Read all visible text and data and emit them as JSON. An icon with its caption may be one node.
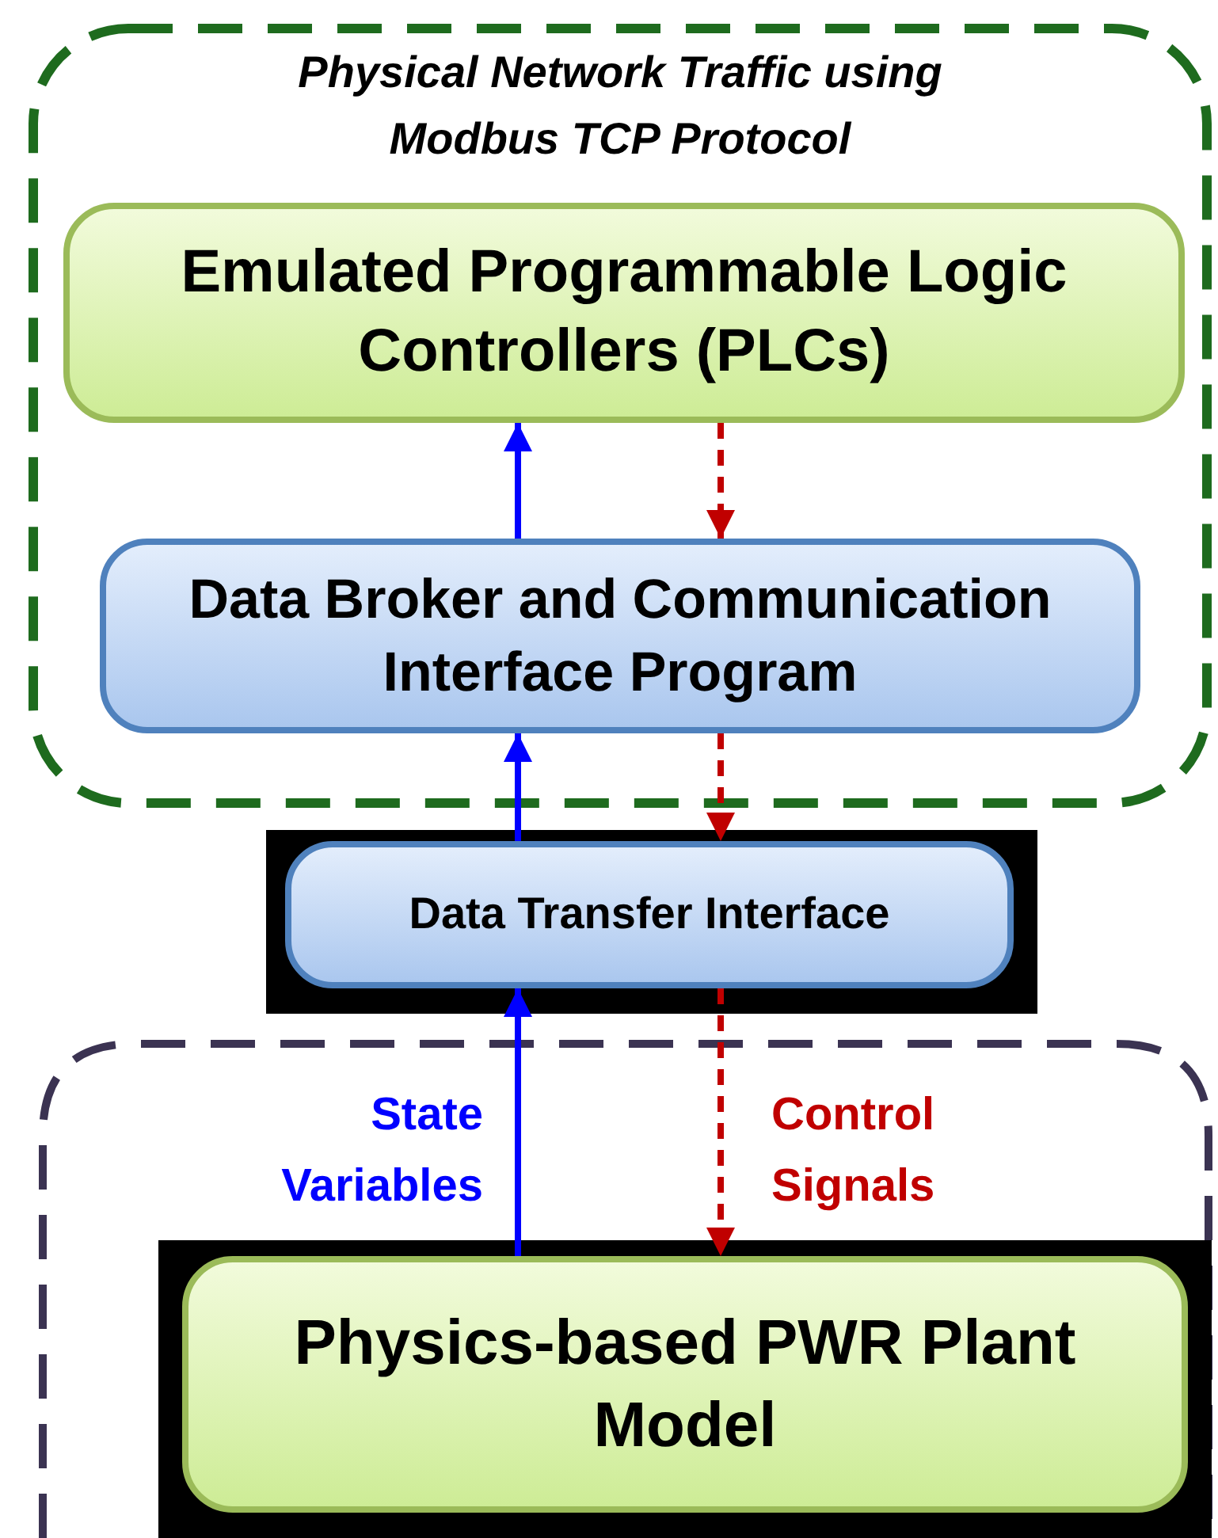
{
  "diagram": {
    "nodes": [
      {
        "text": [
          "Physical Network Traffic using Modbus TCP Protocol"
        ]
      },
      {
        "text": [
          "Emulated Programmable Logic Controllers (PLCs)"
        ],
        "in": 0
      },
      {
        "text": [
          "Data Broker and Communication Interface Program"
        ],
        "in": 0
      },
      {
        "text": [
          "Data Transfer Interface"
        ]
      },
      {
        "text": [
          "Physics-based PWR Plant Model"
        ]
      }
    ],
    "edges": [
      {
        "from": 2,
        "to": 1,
        "arrow": "to",
        "color": "#0000ff"
      },
      {
        "from": 1,
        "to": 2,
        "arrow": "to",
        "style": "dashed",
        "color": "#c00000"
      },
      {
        "from": 3,
        "to": 2,
        "arrow": "to",
        "color": "#0000ff"
      },
      {
        "from": 2,
        "to": 3,
        "arrow": "to",
        "style": "dashed",
        "color": "#c00000"
      },
      {
        "from": 4,
        "to": 3,
        "arrow": "to",
        "label": "State Variables",
        "color": "#0000ff"
      },
      {
        "from": 3,
        "to": 4,
        "arrow": "to",
        "label": "Control Signals",
        "style": "dashed",
        "color": "#c00000"
      }
    ]
  }
}
